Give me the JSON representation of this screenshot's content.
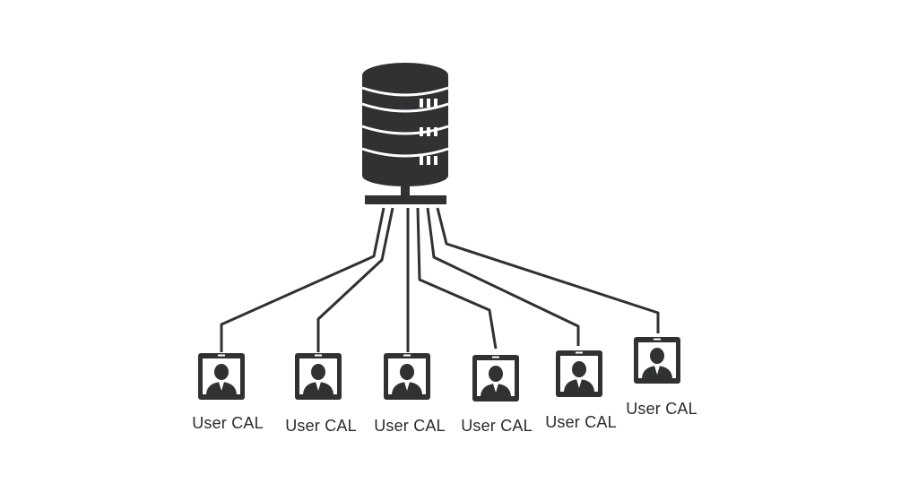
{
  "diagram": {
    "server": {
      "icon": "database-server-icon"
    },
    "clients": [
      {
        "label": "User CAL",
        "icon": "user-device-icon"
      },
      {
        "label": "User CAL",
        "icon": "user-device-icon"
      },
      {
        "label": "User CAL",
        "icon": "user-device-icon"
      },
      {
        "label": "User CAL",
        "icon": "user-device-icon"
      },
      {
        "label": "User CAL",
        "icon": "user-device-icon"
      },
      {
        "label": "User CAL",
        "icon": "user-device-icon"
      }
    ],
    "colors": {
      "ink": "#2f3133",
      "background": "#ffffff"
    }
  }
}
